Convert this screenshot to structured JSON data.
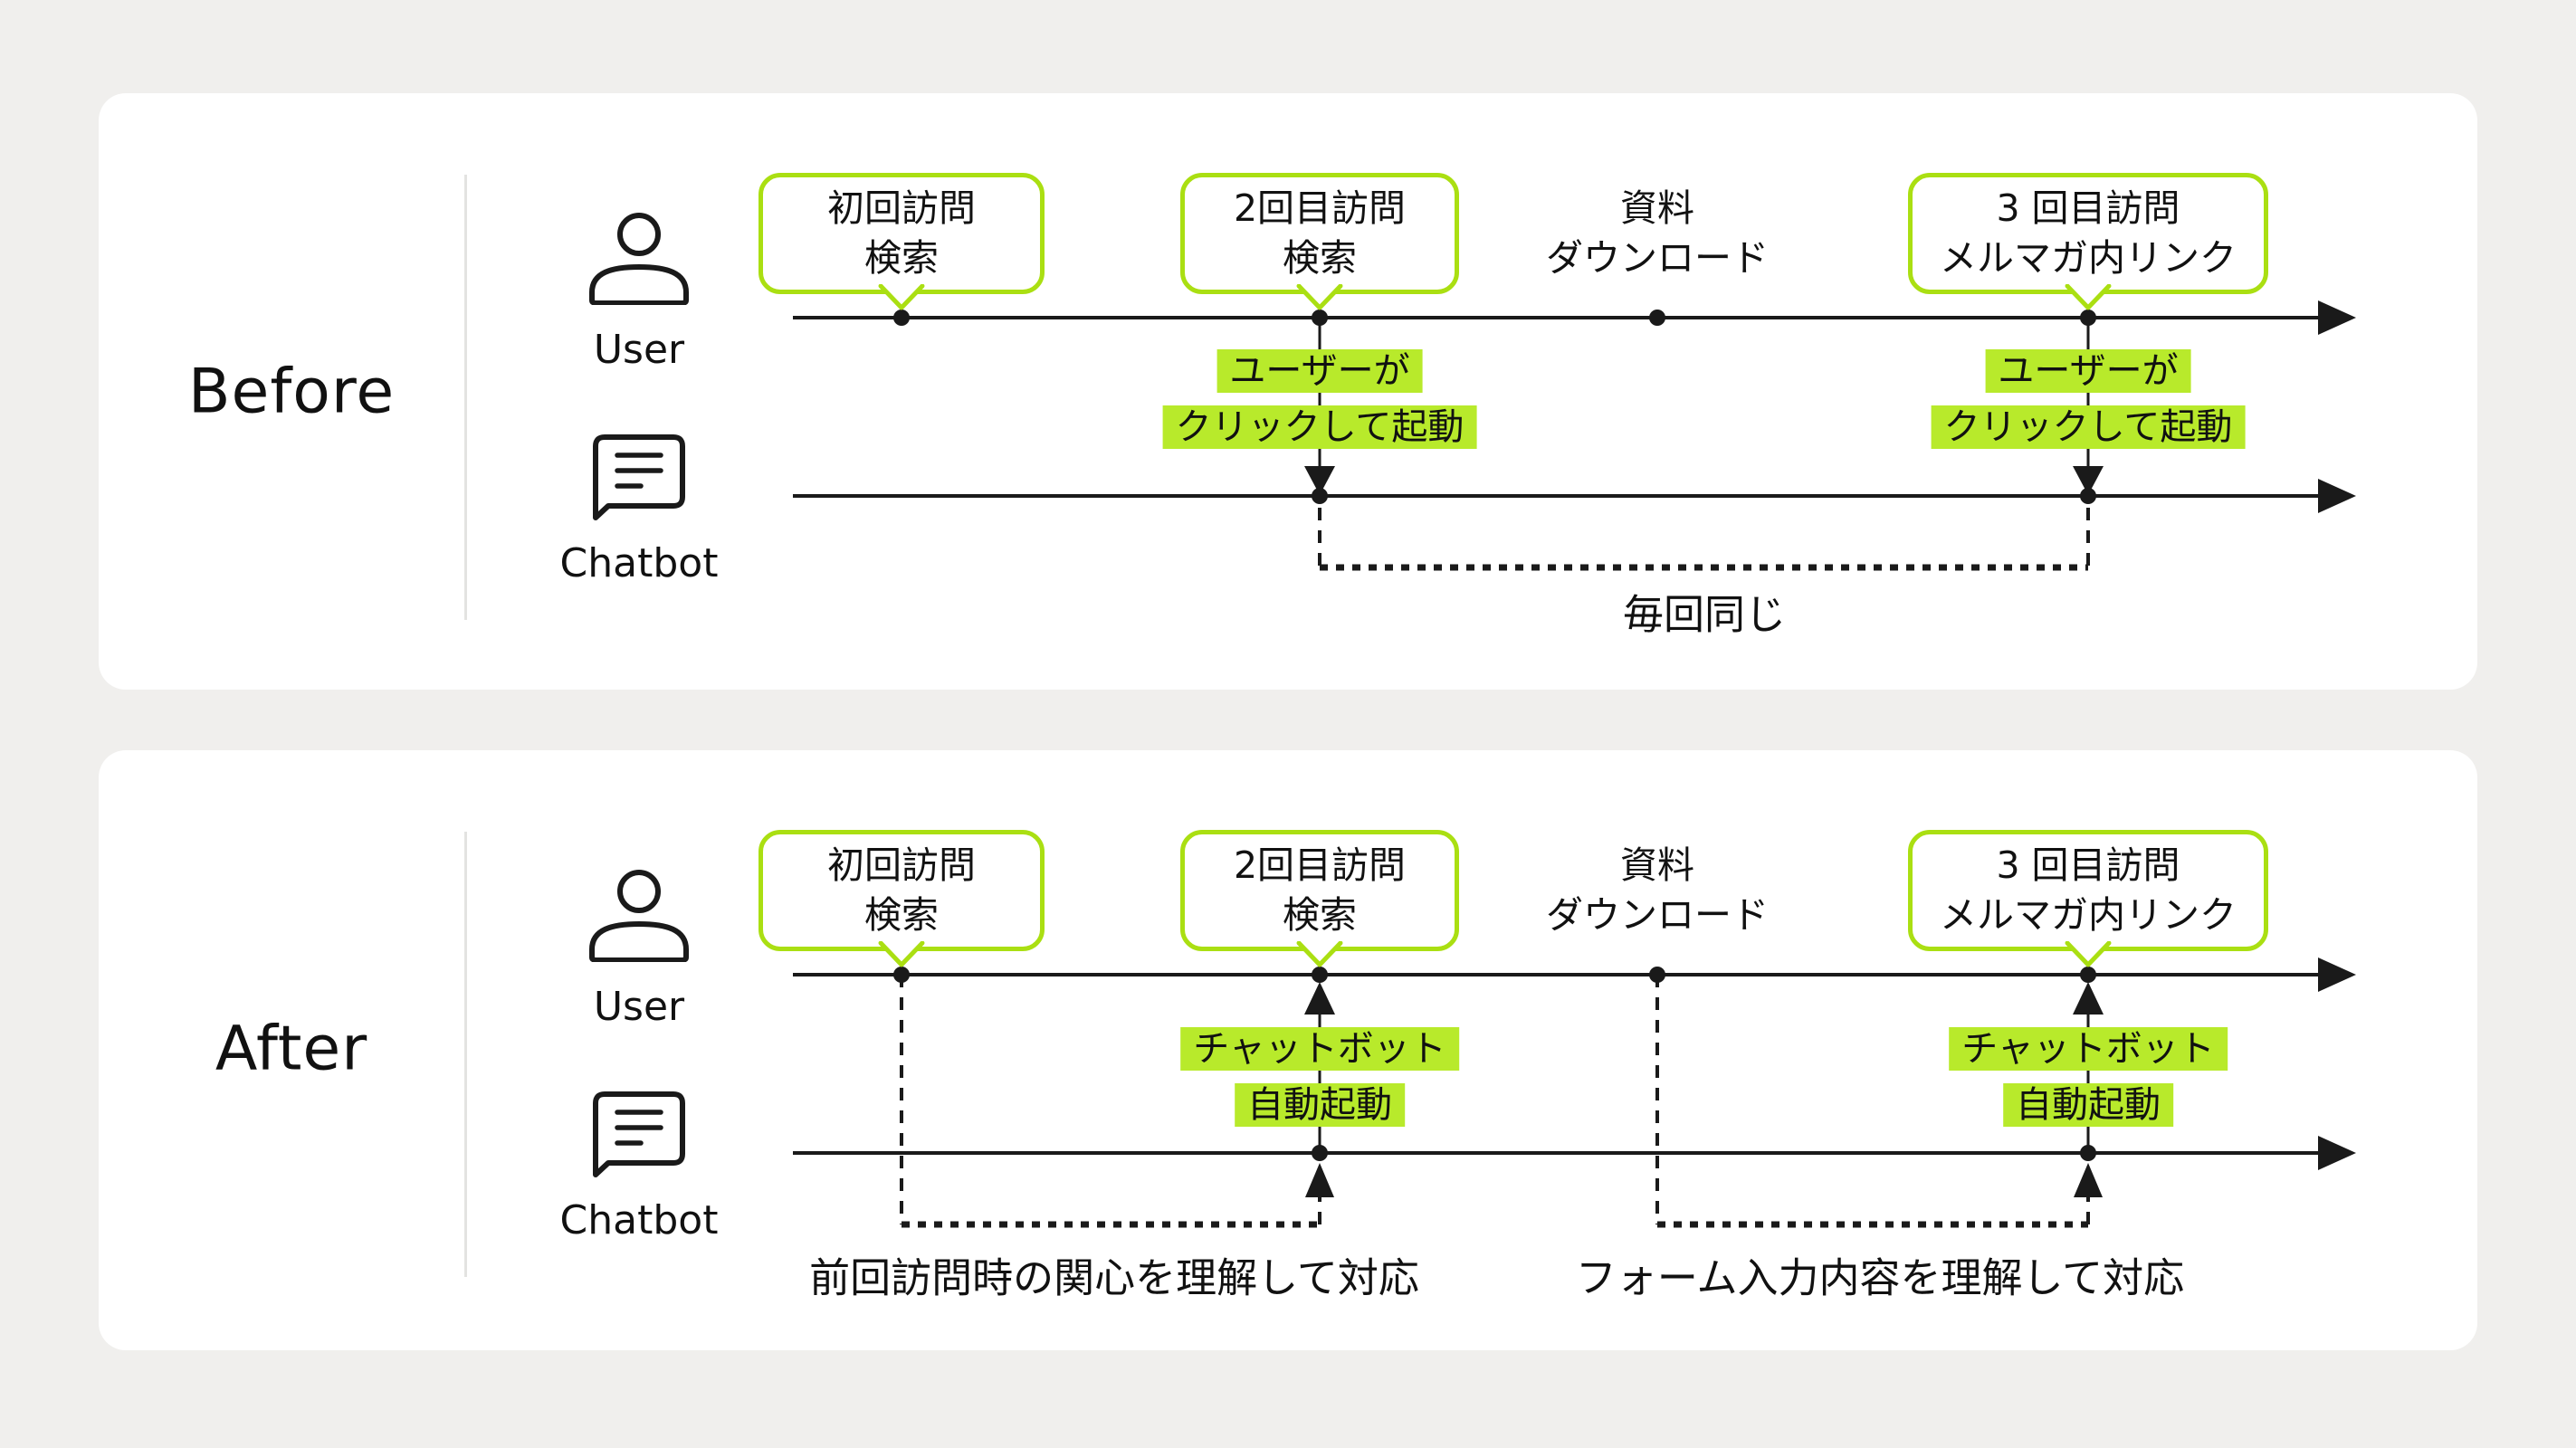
{
  "colors": {
    "page_bg": "#f0efed",
    "card_bg": "#ffffff",
    "ink": "#1a1a1a",
    "text": "#111111",
    "accent": "#aadf12",
    "hl_bg": "#b8ea2b",
    "divider": "#e3e3e1"
  },
  "sections": [
    {
      "id": "before",
      "label": "Before",
      "lanes": [
        {
          "label": "User"
        },
        {
          "label": "Chatbot"
        }
      ],
      "events": [
        {
          "style": "callout",
          "line1": "初回訪問",
          "line2": "検索"
        },
        {
          "style": "callout",
          "line1": "2回目訪問",
          "line2": "検索"
        },
        {
          "style": "plain",
          "line1": "資料",
          "line2": "ダウンロード"
        },
        {
          "style": "callout",
          "line1": "3 回目訪問",
          "line2": "メルマガ内リンク"
        }
      ],
      "annotations": [
        {
          "line1": "ユーザーが",
          "line2": "クリックして起動"
        },
        {
          "line1": "ユーザーが",
          "line2": "クリックして起動"
        }
      ],
      "captions": [
        "毎回同じ"
      ]
    },
    {
      "id": "after",
      "label": "After",
      "lanes": [
        {
          "label": "User"
        },
        {
          "label": "Chatbot"
        }
      ],
      "events": [
        {
          "style": "callout",
          "line1": "初回訪問",
          "line2": "検索"
        },
        {
          "style": "callout",
          "line1": "2回目訪問",
          "line2": "検索"
        },
        {
          "style": "plain",
          "line1": "資料",
          "line2": "ダウンロード"
        },
        {
          "style": "callout",
          "line1": "3 回目訪問",
          "line2": "メルマガ内リンク"
        }
      ],
      "annotations": [
        {
          "line1": "チャットボット",
          "line2": "自動起動"
        },
        {
          "line1": "チャットボット",
          "line2": "自動起動"
        }
      ],
      "captions": [
        "前回訪問時の関心を理解して対応",
        "フォーム入力内容を理解して対応"
      ]
    }
  ]
}
